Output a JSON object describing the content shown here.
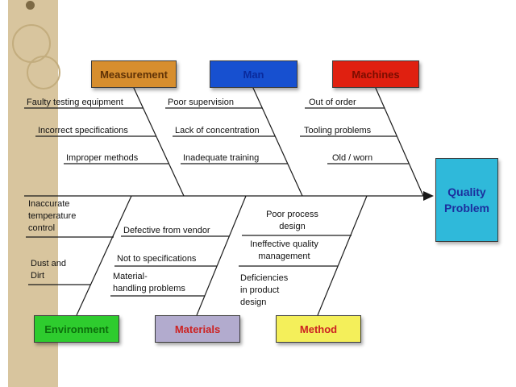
{
  "slide": {
    "stripe_color": "#d8c59e",
    "line_color": "#1a1a1a"
  },
  "effect": {
    "label": "Quality\nProblem",
    "fill": "#2fb9da",
    "text_color": "#1c2f9e"
  },
  "categories": {
    "measurement": {
      "label": "Measurement",
      "fill": "#d78e2e",
      "text_color": "#5f3206",
      "causes": [
        "Faulty testing equipment",
        "Incorrect specifications",
        "Improper methods"
      ]
    },
    "man": {
      "label": "Man",
      "fill": "#1750d0",
      "text_color": "#0a2a9c",
      "causes": [
        "Poor supervision",
        "Lack of concentration",
        "Inadequate training"
      ]
    },
    "machines": {
      "label": "Machines",
      "fill": "#e02010",
      "text_color": "#7a0d00",
      "causes": [
        "Out of order",
        "Tooling problems",
        "Old / worn"
      ]
    },
    "environment": {
      "label": "Environment",
      "fill": "#2ecc2e",
      "text_color": "#0c6e0c",
      "causes": [
        "Inaccurate\ntemperature\ncontrol",
        "Dust and\nDirt"
      ]
    },
    "materials": {
      "label": "Materials",
      "fill": "#b2abce",
      "text_color": "#cc2222",
      "causes": [
        "Defective from vendor",
        "Not to specifications",
        "Material-\nhandling problems"
      ]
    },
    "method": {
      "label": "Method",
      "fill": "#f4ef5a",
      "text_color": "#cc2222",
      "causes": [
        "Poor process\ndesign",
        "Ineffective quality\nmanagement",
        "Deficiencies\nin product\ndesign"
      ]
    }
  }
}
